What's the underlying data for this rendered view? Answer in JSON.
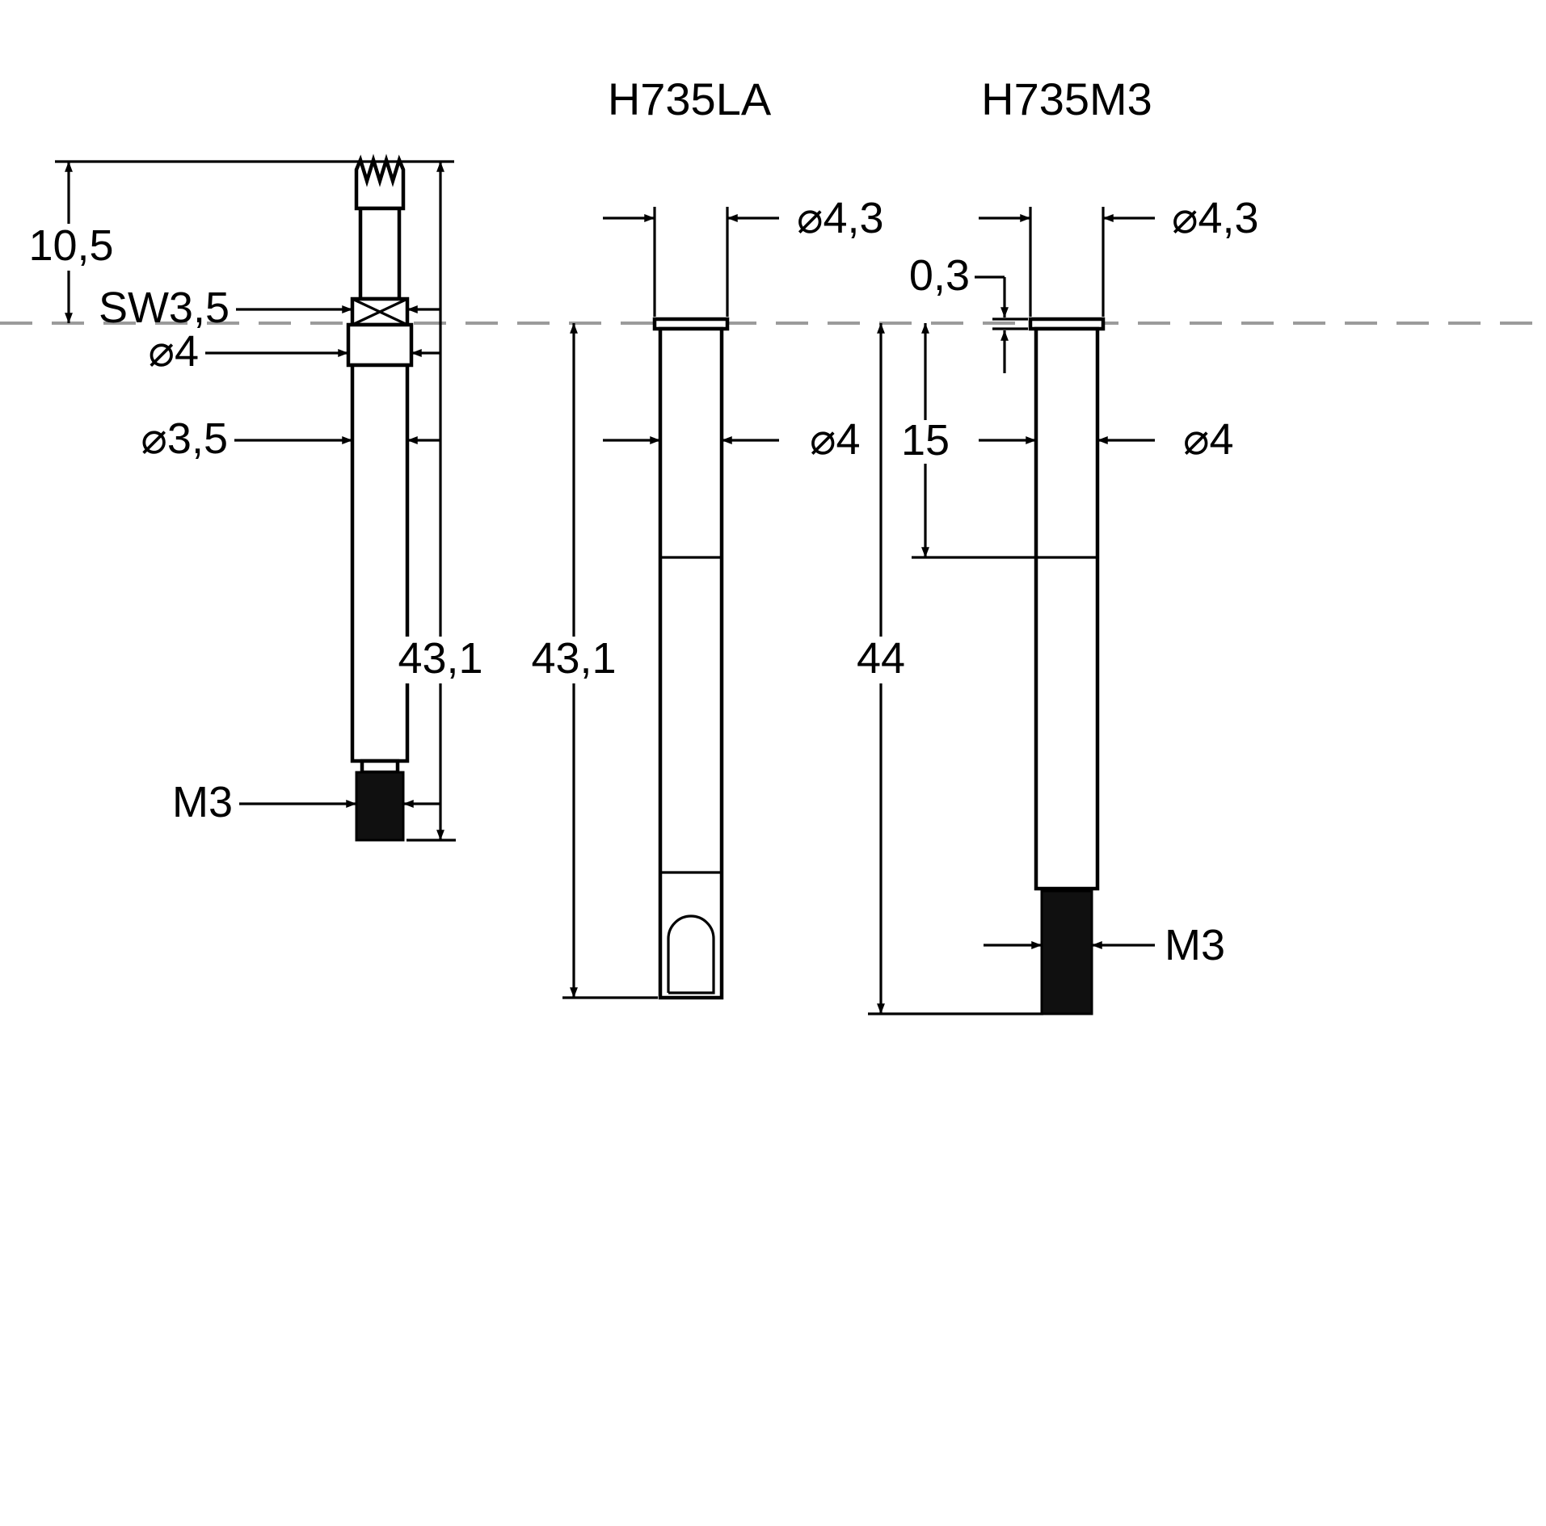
{
  "drawing": {
    "left_probe": {
      "dim_top_length": "10,5",
      "dim_hex": "SW3,5",
      "dim_collar": "⌀4",
      "dim_body": "⌀3,5",
      "dim_length": "43,1",
      "dim_thread": "M3"
    },
    "receptacle_la": {
      "title": "H735LA",
      "dim_flange": "⌀4,3",
      "dim_body": "⌀4",
      "dim_length": "43,1"
    },
    "receptacle_m3": {
      "title": "H735M3",
      "dim_flange": "⌀4,3",
      "dim_flange_thickness": "0,3",
      "dim_pressfit": "15",
      "dim_body": "⌀4",
      "dim_length": "44",
      "dim_thread": "M3"
    }
  }
}
